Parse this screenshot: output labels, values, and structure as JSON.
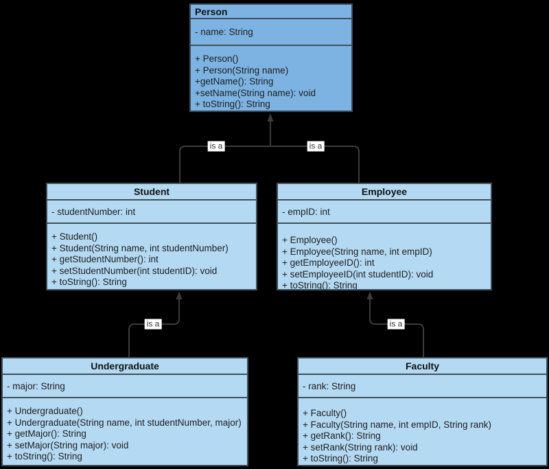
{
  "diagram": {
    "type": "uml-class-diagram",
    "background_color": "#000000",
    "root_fill_color": "#7DB3E2",
    "child_fill_color": "#B4D9F2",
    "border_color": "#3F4F5B",
    "edge_color": "#3C3C3C",
    "edge_label_background": "#FFFFFF"
  },
  "classes": [
    {
      "name": "Person",
      "attributes": [
        "- name: String"
      ],
      "methods": [
        "+ Person()",
        "+ Person(String name)",
        "+getName(): String",
        "+setName(String name): void",
        "+ toString(): String"
      ]
    },
    {
      "name": "Student",
      "attributes": [
        "- studentNumber: int"
      ],
      "methods": [
        "+ Student()",
        "+ Student(String name, int studentNumber)",
        "+ getStudentNumber(): int",
        "+ setStudentNumber(int studentID): void",
        "+ toString(): String"
      ]
    },
    {
      "name": "Employee",
      "attributes": [
        "- empID: int"
      ],
      "methods": [
        "+ Employee()",
        "+ Employee(String name, int empID)",
        "+ getEmployeeID(): int",
        "+ setEmployeeID(int studentID): void",
        "+ toString(): String"
      ]
    },
    {
      "name": "Undergraduate",
      "attributes": [
        "- major: String"
      ],
      "methods": [
        "+ Undergraduate()",
        "+ Undergraduate(String name, int studentNumber, major)",
        "+ getMajor(): String",
        "+ setMajor(String major): void",
        "+ toString(): String"
      ]
    },
    {
      "name": "Faculty",
      "attributes": [
        "- rank: String"
      ],
      "methods": [
        "+ Faculty()",
        "+ Faculty(String name, int empID, String rank)",
        "+ getRank(): String",
        "+ setRank(String rank): void",
        "+ toString(): String"
      ]
    }
  ],
  "edges": [
    {
      "label": "is a",
      "from": "Student",
      "to": "Person"
    },
    {
      "label": "is a",
      "from": "Employee",
      "to": "Person"
    },
    {
      "label": "is a",
      "from": "Undergraduate",
      "to": "Student"
    },
    {
      "label": "is a",
      "from": "Faculty",
      "to": "Employee"
    }
  ]
}
